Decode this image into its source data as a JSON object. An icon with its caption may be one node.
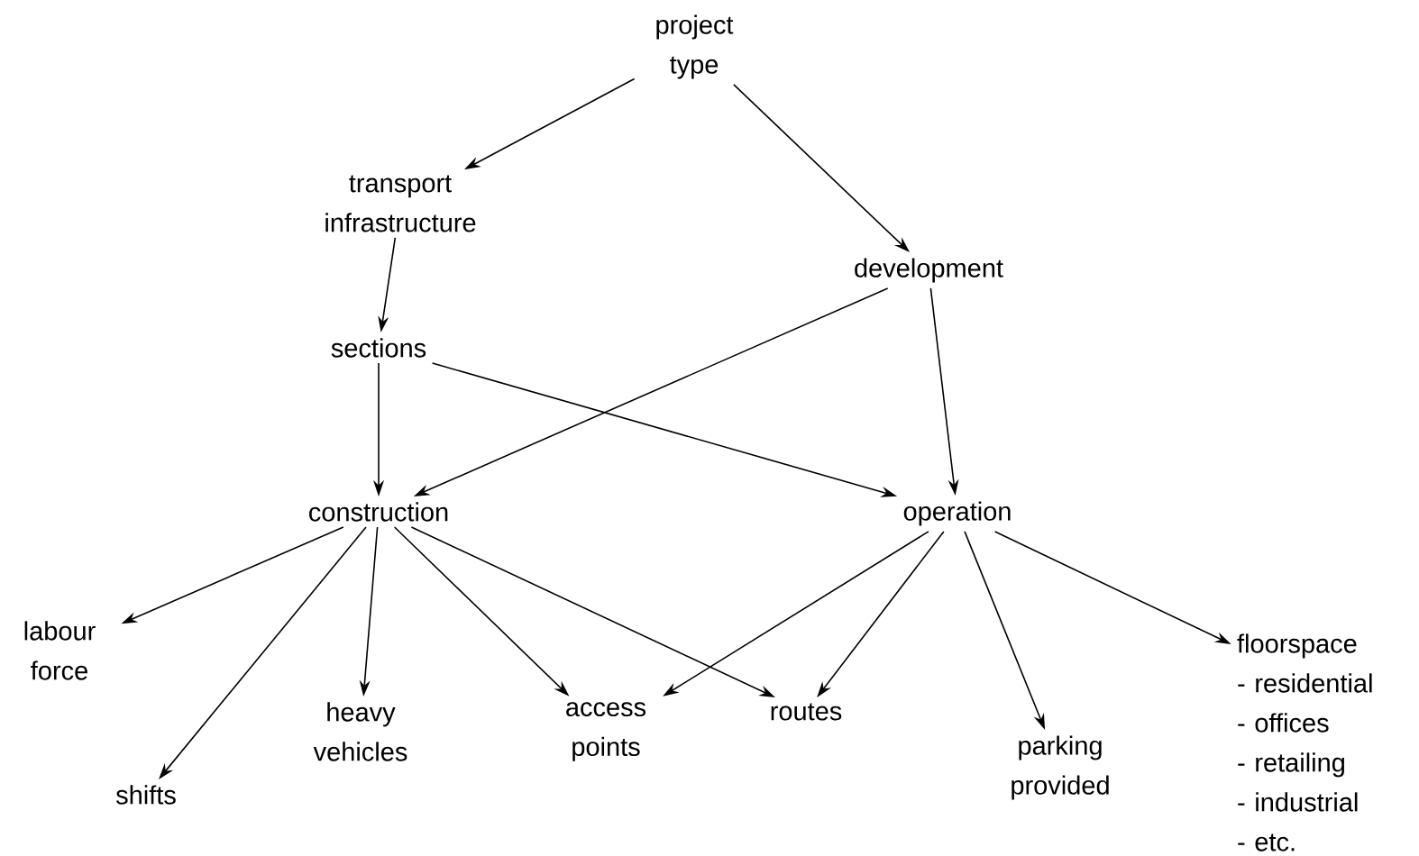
{
  "diagram": {
    "nodes": [
      {
        "text": [
          "project type"
        ]
      },
      {
        "text": [
          "transport infrastructure"
        ]
      },
      {
        "text": [
          "development"
        ]
      },
      {
        "text": [
          "sections"
        ]
      },
      {
        "text": [
          "construction"
        ]
      },
      {
        "text": [
          "operation"
        ]
      },
      {
        "text": [
          "labour force"
        ]
      },
      {
        "text": [
          "shifts"
        ]
      },
      {
        "text": [
          "heavy vehicles"
        ]
      },
      {
        "text": [
          "access points"
        ]
      },
      {
        "text": [
          "routes"
        ]
      },
      {
        "text": [
          "parking provided"
        ]
      },
      {
        "text": [
          "floorspace",
          "- residential",
          "- offices",
          "- retailing",
          "- industrial",
          "- etc."
        ]
      }
    ],
    "edges": [
      {
        "from": 0,
        "to": 1,
        "arrow": "to"
      },
      {
        "from": 0,
        "to": 2,
        "arrow": "to"
      },
      {
        "from": 1,
        "to": 3,
        "arrow": "to"
      },
      {
        "from": 2,
        "to": 4,
        "arrow": "to"
      },
      {
        "from": 2,
        "to": 5,
        "arrow": "to"
      },
      {
        "from": 3,
        "to": 4,
        "arrow": "to"
      },
      {
        "from": 3,
        "to": 5,
        "arrow": "to"
      },
      {
        "from": 4,
        "to": 6,
        "arrow": "to"
      },
      {
        "from": 4,
        "to": 7,
        "arrow": "to"
      },
      {
        "from": 4,
        "to": 8,
        "arrow": "to"
      },
      {
        "from": 4,
        "to": 9,
        "arrow": "to"
      },
      {
        "from": 4,
        "to": 10,
        "arrow": "to"
      },
      {
        "from": 5,
        "to": 9,
        "arrow": "to"
      },
      {
        "from": 5,
        "to": 10,
        "arrow": "to"
      },
      {
        "from": 5,
        "to": 11,
        "arrow": "to"
      },
      {
        "from": 5,
        "to": 12,
        "arrow": "to"
      }
    ]
  }
}
